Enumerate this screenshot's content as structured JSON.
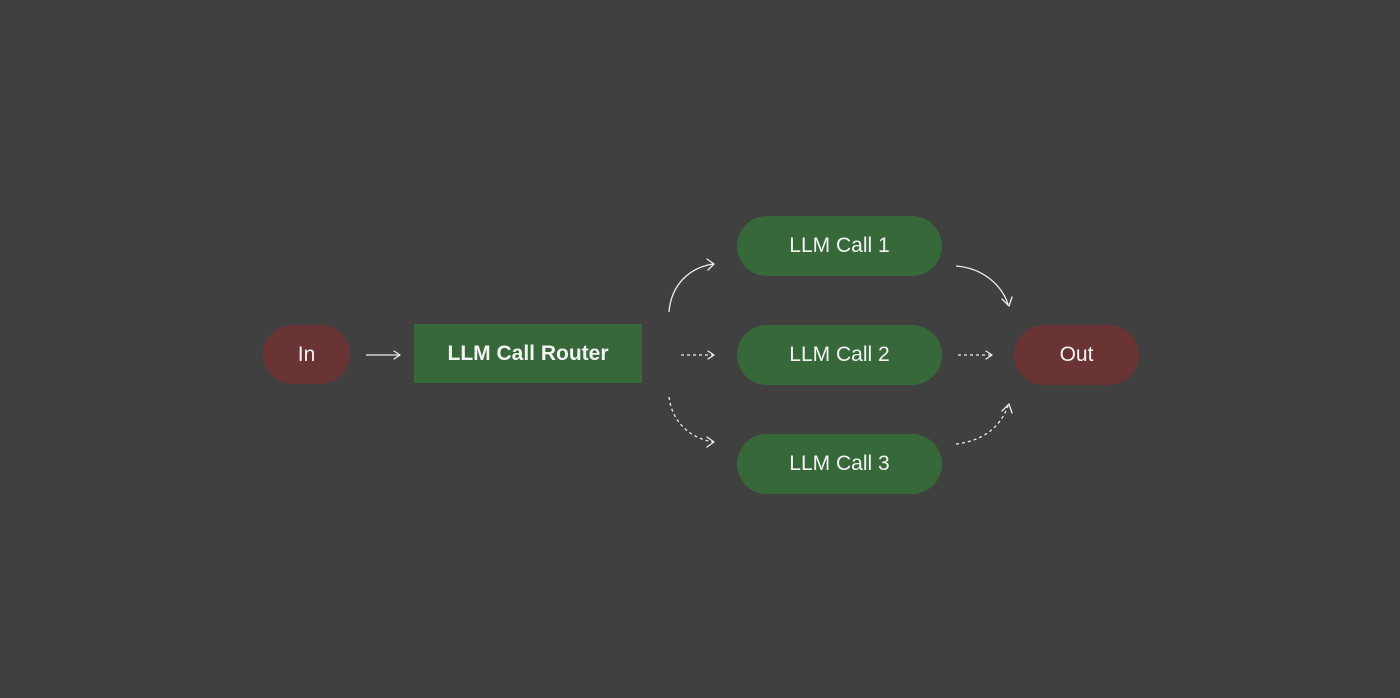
{
  "diagram": {
    "background_color": "#404040",
    "colors": {
      "io_node": "#6b3434",
      "llm_node": "#37683a",
      "text": "#f3f3f3",
      "arrow": "#ededed"
    },
    "nodes": {
      "input": {
        "label": "In"
      },
      "router": {
        "label": "LLM Call Router"
      },
      "call_1": {
        "label": "LLM Call 1"
      },
      "call_2": {
        "label": "LLM Call 2"
      },
      "call_3": {
        "label": "LLM Call 3"
      },
      "output": {
        "label": "Out"
      }
    },
    "edges": [
      {
        "from": "input",
        "to": "router",
        "style": "solid"
      },
      {
        "from": "router",
        "to": "call_1",
        "style": "solid"
      },
      {
        "from": "router",
        "to": "call_2",
        "style": "dotted"
      },
      {
        "from": "router",
        "to": "call_3",
        "style": "dotted"
      },
      {
        "from": "call_1",
        "to": "output",
        "style": "solid"
      },
      {
        "from": "call_2",
        "to": "output",
        "style": "dotted"
      },
      {
        "from": "call_3",
        "to": "output",
        "style": "dotted"
      }
    ]
  }
}
